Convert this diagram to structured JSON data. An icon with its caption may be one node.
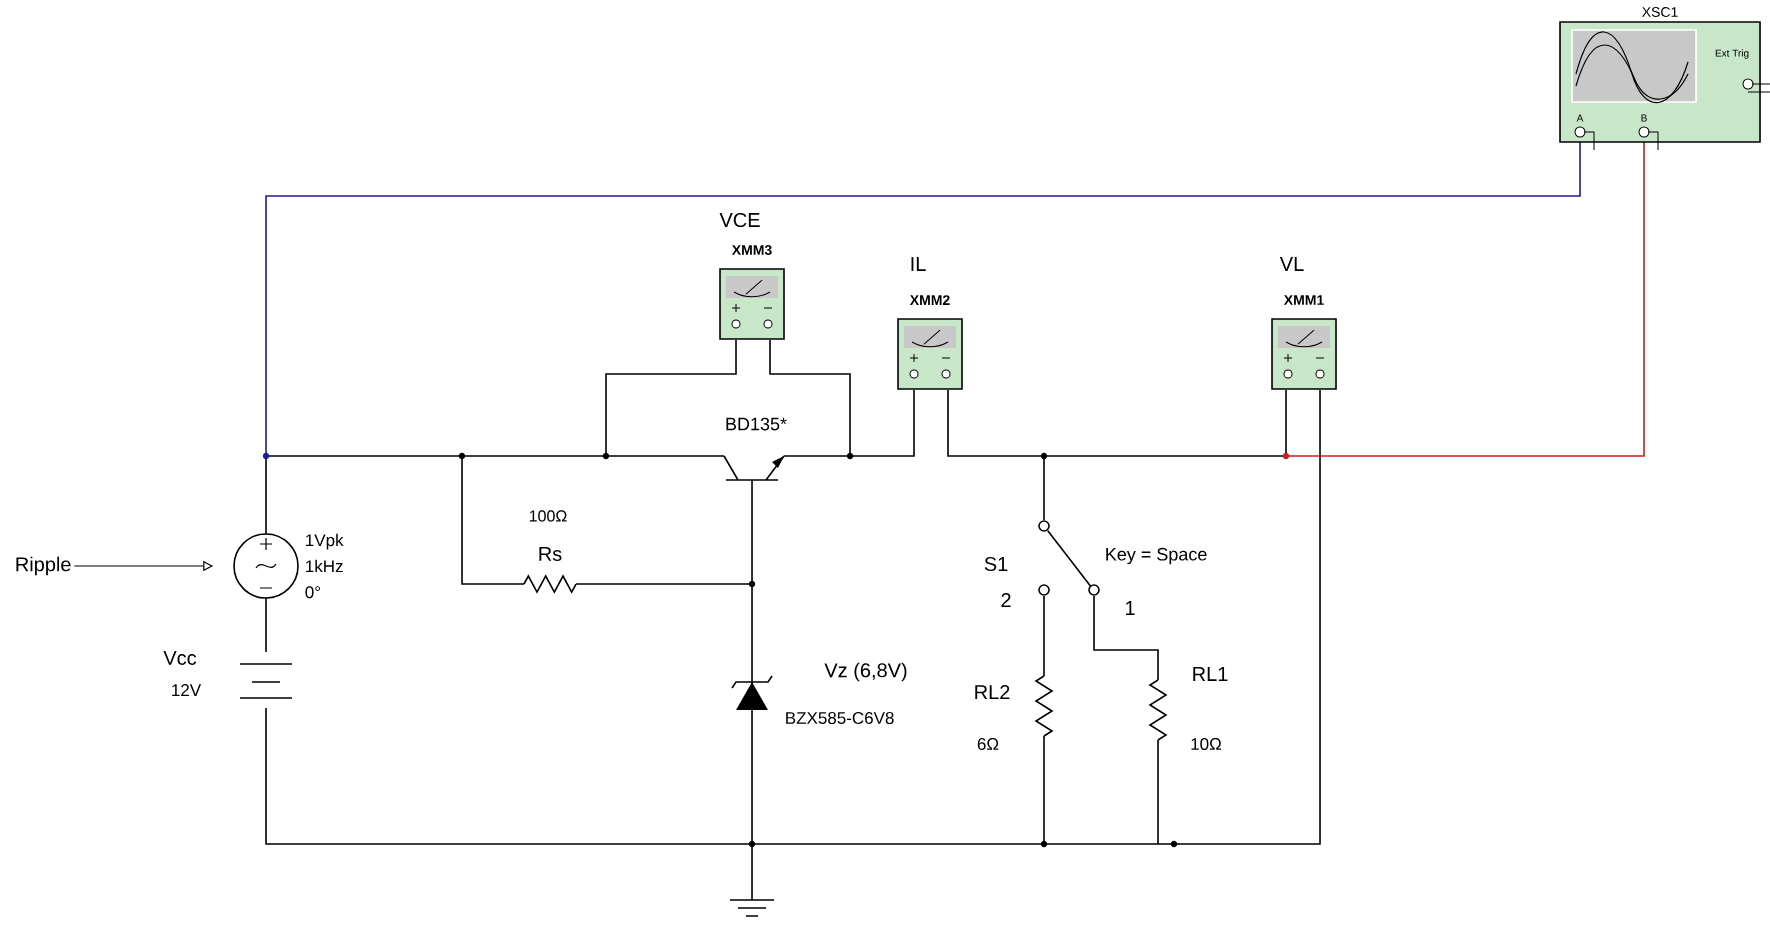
{
  "diagram": {
    "nodes": [
      {
        "text": [
          "Ripple"
        ]
      },
      {
        "text": [],
        "shape": "circle",
        "beside": [
          "1Vpk 1kHz 0°"
        ]
      },
      {
        "text": [
          "XMM3"
        ],
        "beside": [
          "VCE"
        ]
      },
      {
        "text": [
          "XMM2"
        ],
        "beside": [
          "IL"
        ]
      },
      {
        "text": [
          "XMM1"
        ],
        "beside": [
          "VL"
        ]
      },
      {
        "text": [
          "XSC1",
          "Ext Trig",
          "A",
          "B"
        ]
      }
    ],
    "edges": [
      {
        "from": 0,
        "to": 1,
        "arrow": "to"
      }
    ],
    "labels": [
      "BD135*",
      "100Ω",
      "Rs",
      "Vcc",
      "12V",
      "Vz (6,8V)",
      "BZX585-C6V8",
      "S1",
      "Key = Space",
      "2",
      "1",
      "RL2",
      "RL1",
      "6Ω",
      "10Ω"
    ]
  }
}
